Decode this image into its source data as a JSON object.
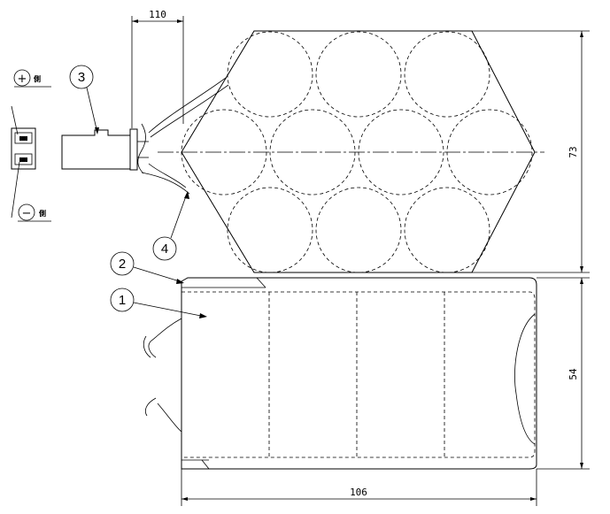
{
  "dimensions": {
    "lead_length": "110",
    "pack_height": "73",
    "pack_thickness": "54",
    "pack_length": "106"
  },
  "balloons": {
    "cell": "1",
    "tube": "2",
    "connector": "3",
    "lead_wire": "4"
  },
  "terminals": {
    "positive_sign": "+",
    "negative_sign": "−",
    "side_label": "側"
  }
}
